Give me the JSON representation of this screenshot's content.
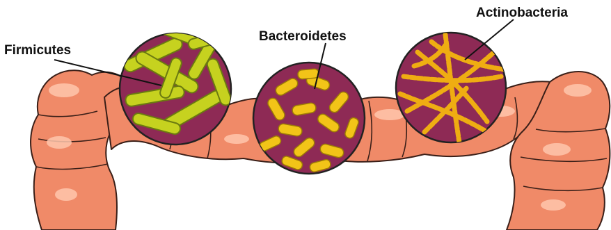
{
  "labels": {
    "firmicutes": "Firmicutes",
    "bacteroidetes": "Bacteroidetes",
    "actinobacteria": "Actinobacteria"
  },
  "colors": {
    "colon_fill": "#f08a68",
    "colon_highlight": "#ffc6ad",
    "colon_shadow": "#c9593d",
    "colon_outline": "#3a1f18",
    "lumen_background": "#8e2a55",
    "firmicutes_bacteria": "#c6d21f",
    "bacteroidetes_bacteria": "#f2c418",
    "actinobacteria_bacteria": "#efad12",
    "text": "#111111"
  },
  "icons": {
    "firmicutes": "rod-shaped-bacteria-icon",
    "bacteroidetes": "oval-bacteria-icon",
    "actinobacteria": "filamentous-bacteria-icon"
  }
}
